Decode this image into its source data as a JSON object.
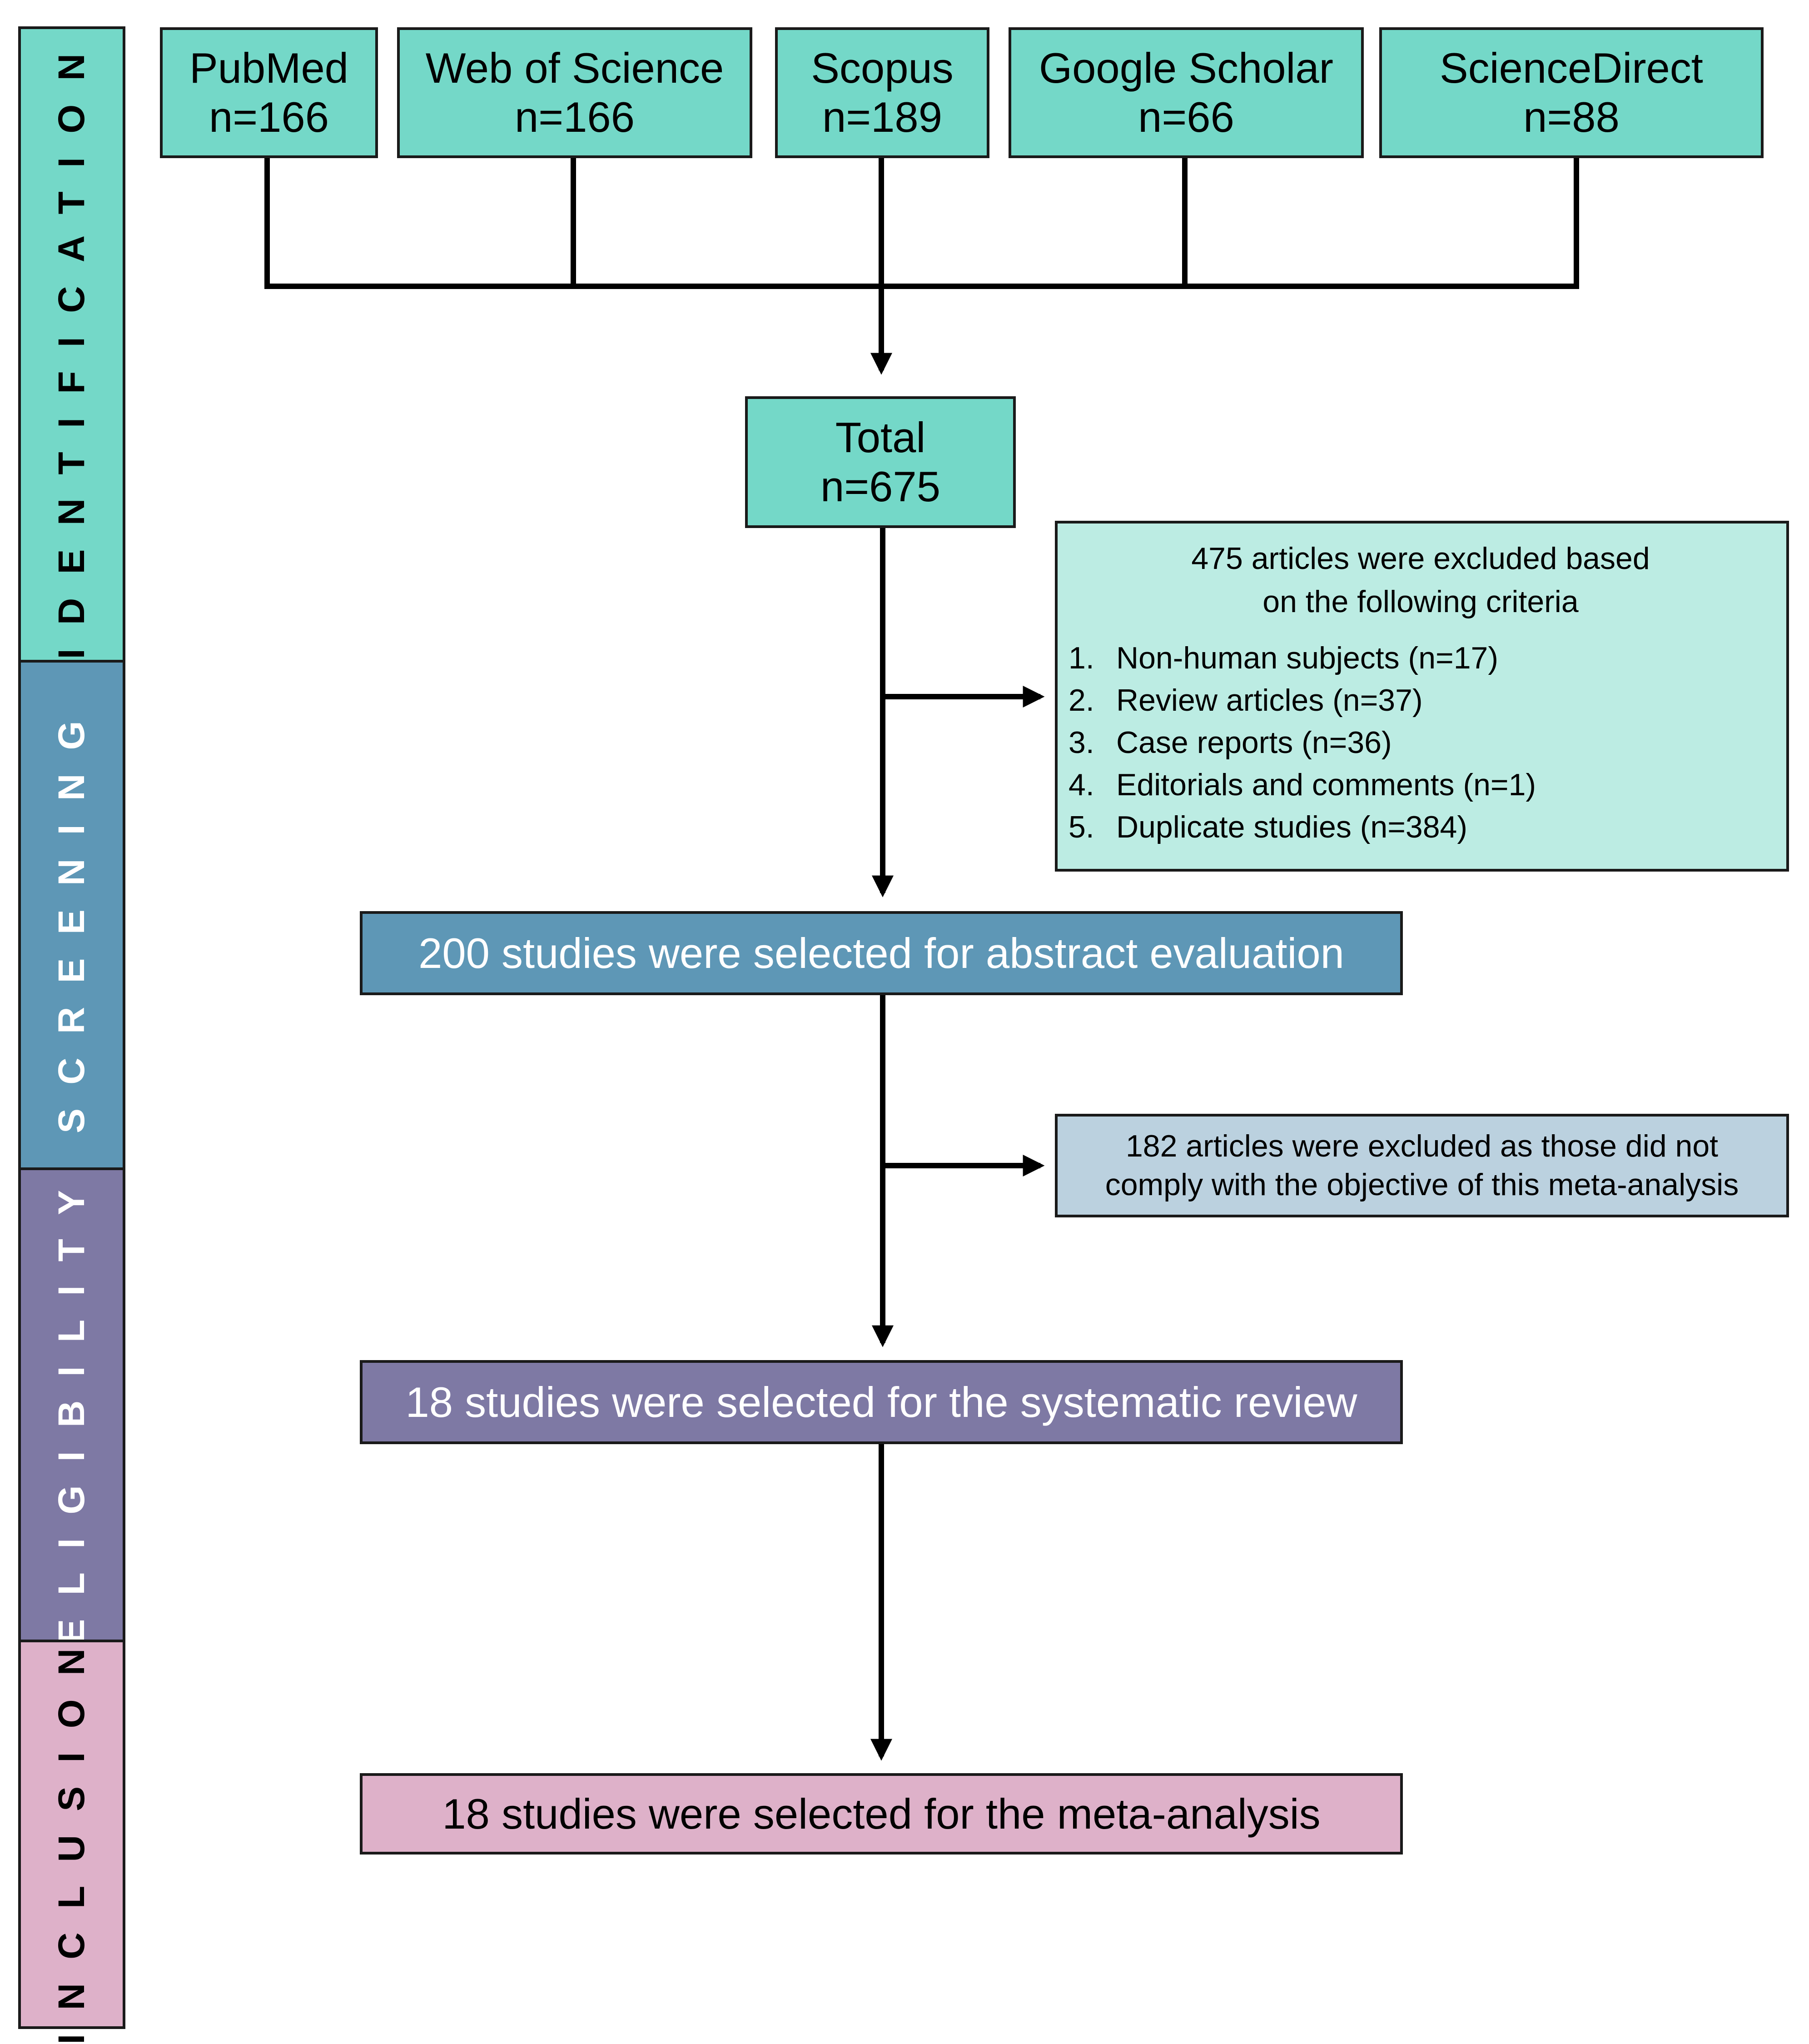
{
  "phases": {
    "identification": "IDENTIFICATION",
    "screening": "SCREENING",
    "eligibility": "ELIGIBILITY",
    "inclusion": "INCLUSION"
  },
  "sources": [
    {
      "name": "PubMed",
      "count": "n=166"
    },
    {
      "name": "Web of Science",
      "count": "n=166"
    },
    {
      "name": "Scopus",
      "count": "n=189"
    },
    {
      "name": "Google Scholar",
      "count": "n=66"
    },
    {
      "name": "ScienceDirect",
      "count": "n=88"
    }
  ],
  "total": {
    "label": "Total",
    "count": "n=675"
  },
  "exclusion1": {
    "heading": "475 articles were excluded based on the following criteria",
    "items": [
      {
        "num": "1.",
        "text": "Non-human subjects (n=17)"
      },
      {
        "num": "2.",
        "text": "Review articles (n=37)"
      },
      {
        "num": "3.",
        "text": "Case reports (n=36)"
      },
      {
        "num": "4.",
        "text": "Editorials and comments (n=1)"
      },
      {
        "num": "5.",
        "text": "Duplicate studies (n=384)"
      }
    ]
  },
  "screening_box": "200 studies were selected for abstract evaluation",
  "exclusion2": "182 articles were excluded as those did not comply with the objective of this meta-analysis",
  "eligibility_box": "18 studies were selected for the systematic review",
  "inclusion_box": "18 studies were selected for the meta-analysis",
  "colors": {
    "identification": "#74d8c8",
    "identification_light": "#bcece3",
    "screening": "#5e97b6",
    "screening_light": "#bbd1df",
    "eligibility": "#7e79a4",
    "inclusion": "#deb1c9"
  }
}
